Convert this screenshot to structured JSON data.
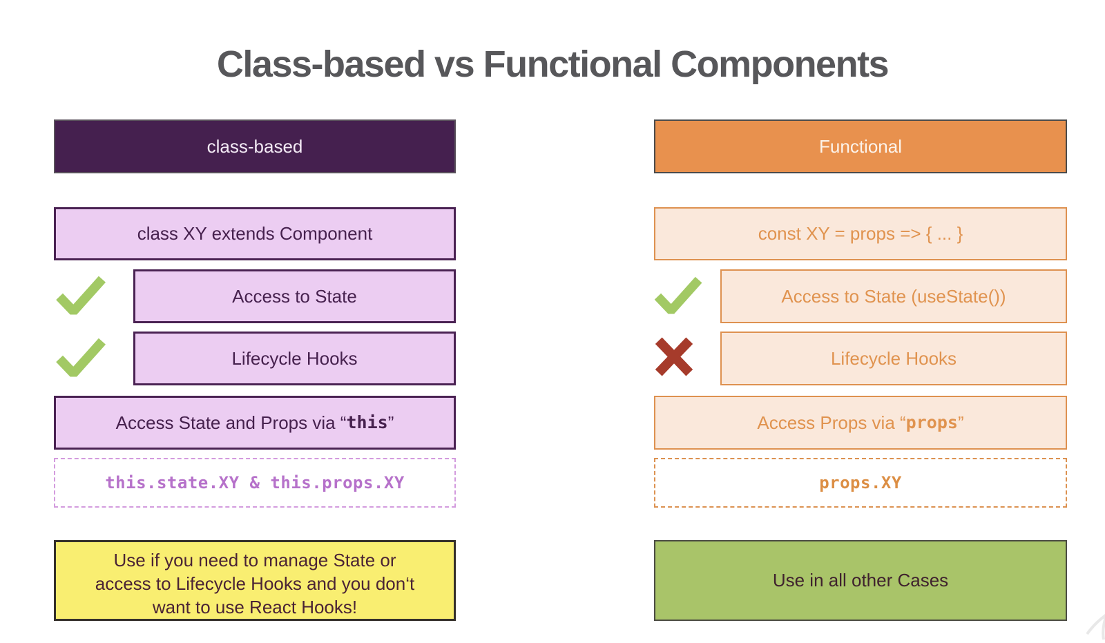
{
  "title": "Class-based vs Functional Components",
  "columns": {
    "class_based": {
      "header": "class-based",
      "signature": "class XY extends Component",
      "features": [
        {
          "status": "check",
          "icon": "check-icon",
          "label": "Access to State"
        },
        {
          "status": "check",
          "icon": "check-icon",
          "label": "Lifecycle Hooks"
        }
      ],
      "access": {
        "prefix": "Access State and Props via “",
        "code": "this",
        "suffix": "”"
      },
      "code_example": "this.state.XY & this.props.XY",
      "usage_note_lines": {
        "line1": "Use if you need to manage State or",
        "line2": "access to Lifecycle Hooks and you don‘t",
        "line3": "want to use React Hooks!"
      }
    },
    "functional": {
      "header": "Functional",
      "signature": "const XY = props => { ... }",
      "features": [
        {
          "status": "check",
          "icon": "check-icon",
          "label": "Access to State (useState())"
        },
        {
          "status": "cross",
          "icon": "cross-icon",
          "label": "Lifecycle Hooks"
        }
      ],
      "access": {
        "prefix": "Access Props via “",
        "code": "props",
        "suffix": "”"
      },
      "code_example": "props.XY",
      "usage_note": "Use in all other Cases"
    }
  },
  "colors": {
    "title_text": "#57575a",
    "purple_dark": "#45204f",
    "purple_light": "#eccdf2",
    "purple_border": "#4a2253",
    "purple_code_text": "#b671ca",
    "orange_header": "#e8914e",
    "orange_light": "#fae8db",
    "orange_border": "#de9150",
    "orange_code_text": "#dc8e44",
    "check_green": "#a2c964",
    "cross_red": "#a63b2b",
    "note_yellow": "#f9ee71",
    "note_green": "#a9c469"
  }
}
